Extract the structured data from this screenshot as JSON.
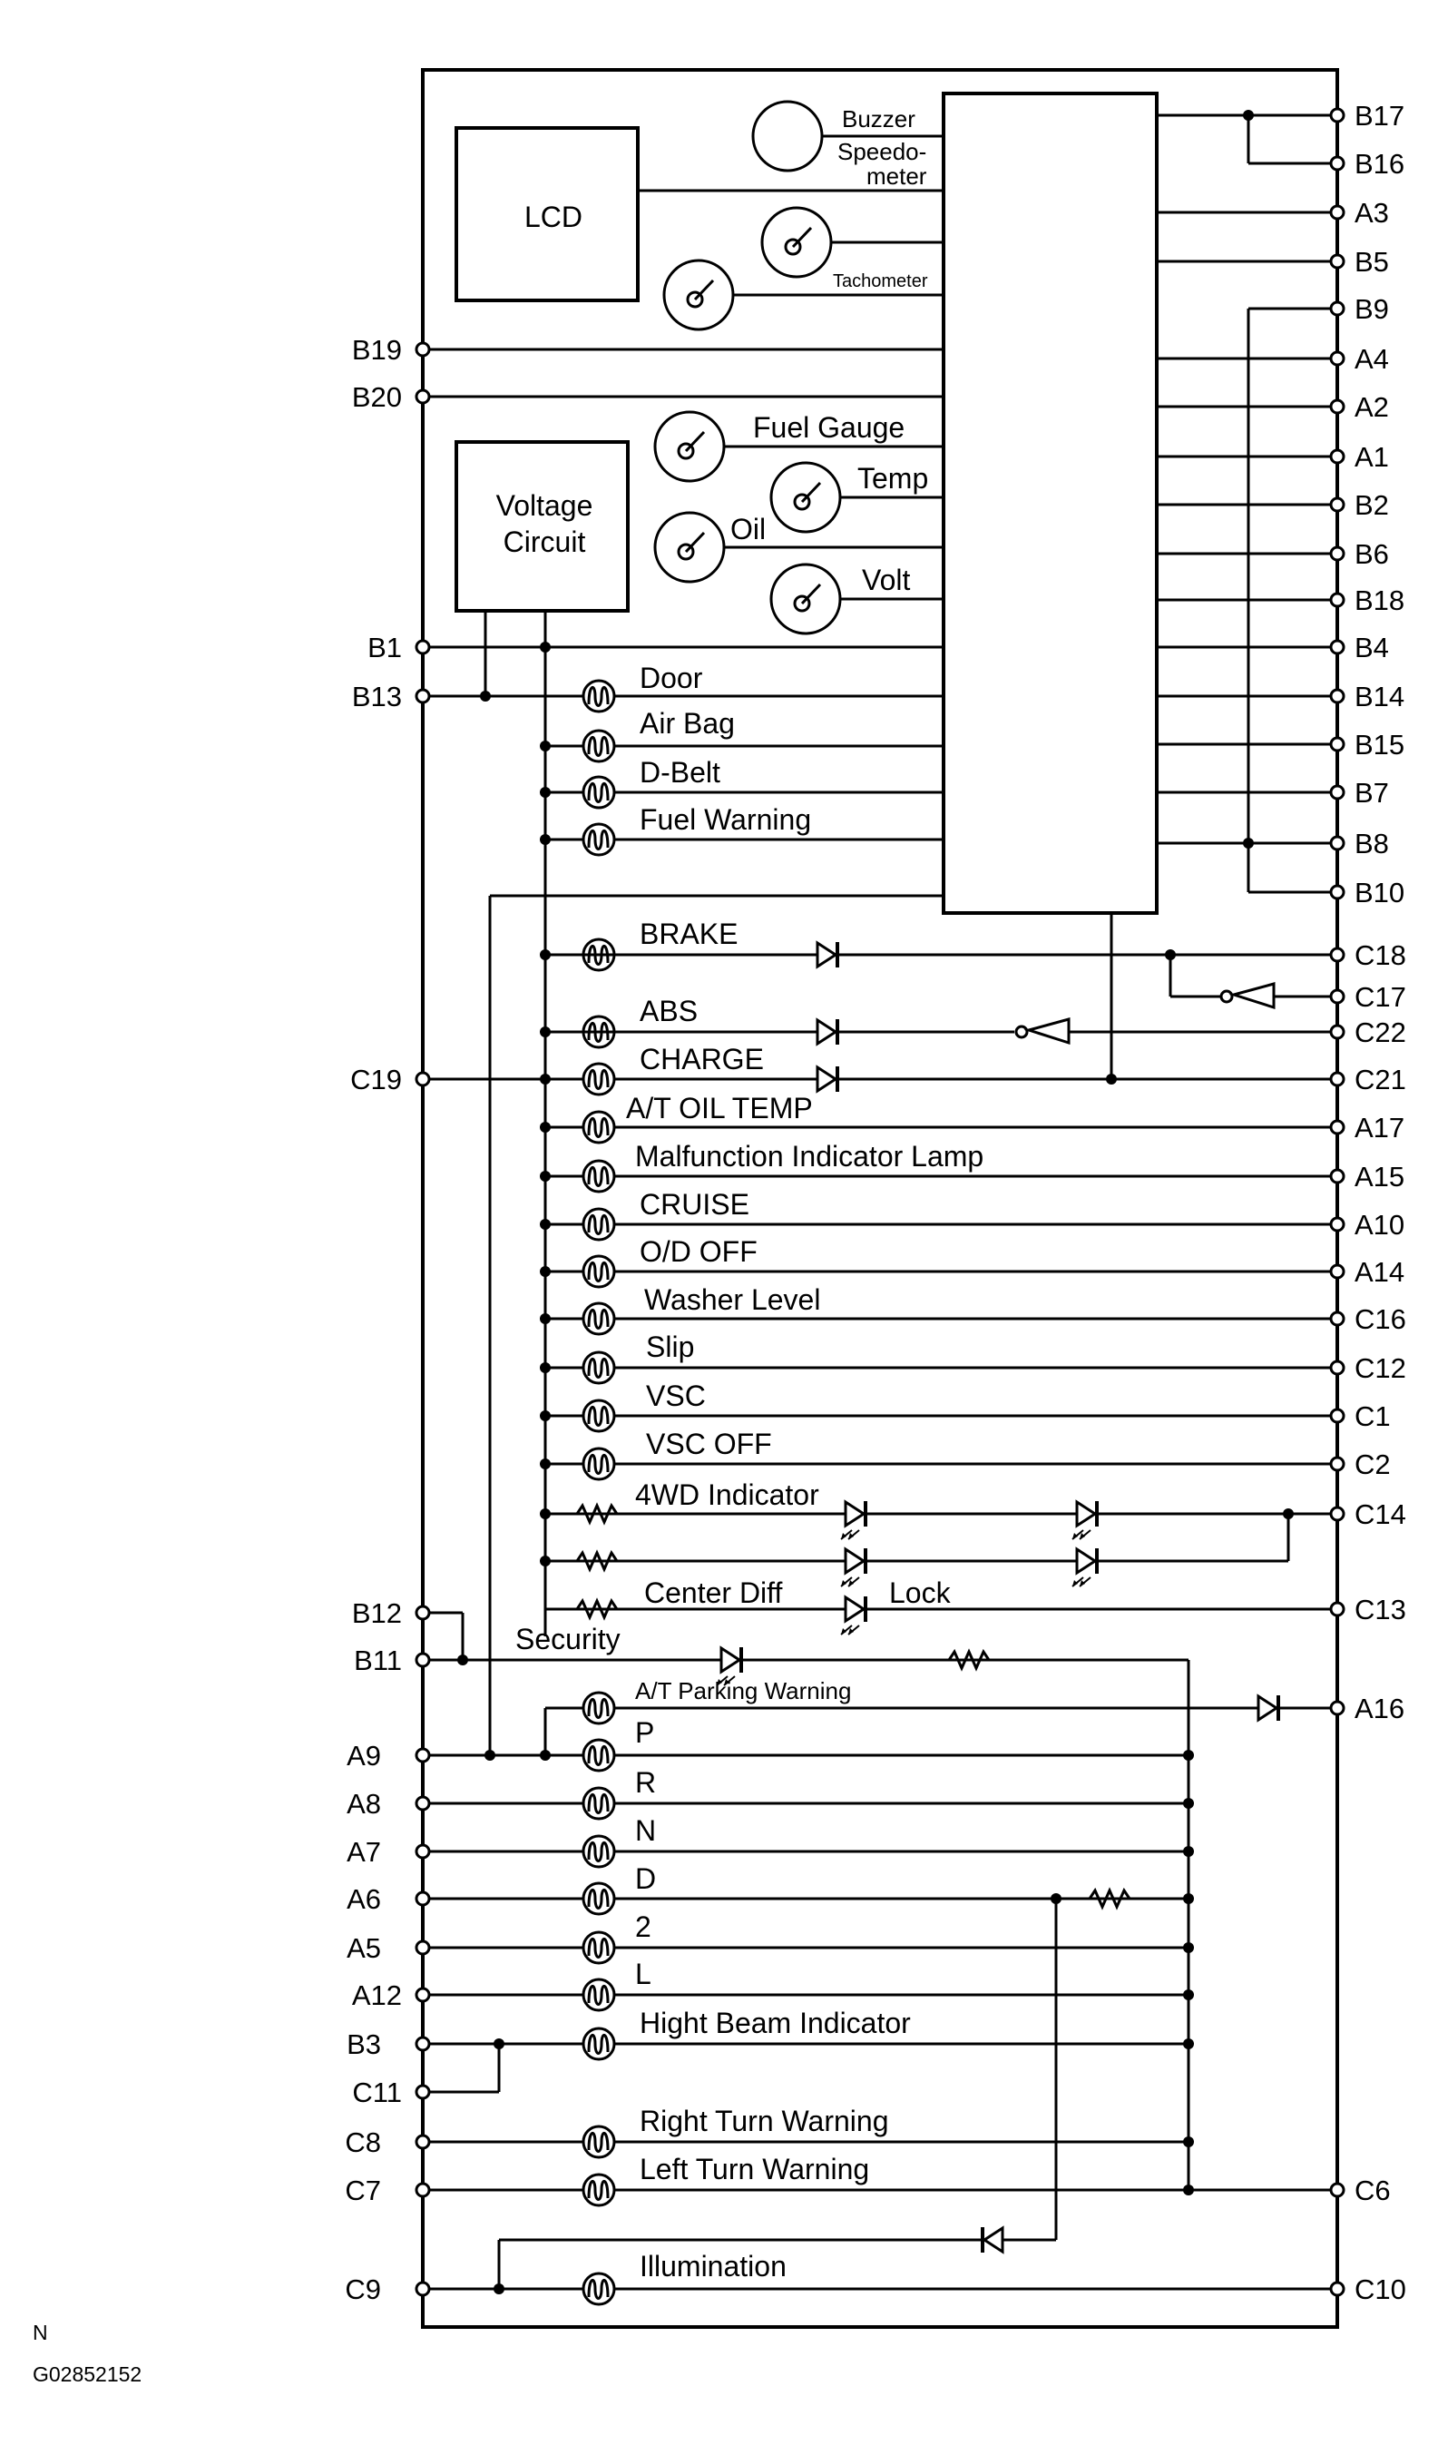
{
  "blocks": {
    "lcd": "LCD",
    "voltage_circuit_line1": "Voltage",
    "voltage_circuit_line2": "Circuit"
  },
  "gauges": {
    "buzzer": "Buzzer",
    "speedometer_line1": "Speedo-",
    "speedometer_line2": "meter",
    "tachometer": "Tachometer",
    "fuel_gauge": "Fuel Gauge",
    "temp": "Temp",
    "oil": "Oil",
    "volt": "Volt"
  },
  "left_pins": [
    "B19",
    "B20",
    "B1",
    "B13",
    "C19",
    "B12",
    "B11",
    "A9",
    "A8",
    "A7",
    "A6",
    "A5",
    "A12",
    "B3",
    "C11",
    "C8",
    "C7",
    "C9"
  ],
  "right_pins": [
    "B17",
    "B16",
    "A3",
    "B5",
    "B9",
    "A4",
    "A2",
    "A1",
    "B2",
    "B6",
    "B18",
    "B4",
    "B14",
    "B15",
    "B7",
    "B8",
    "B10",
    "C18",
    "C17",
    "C22",
    "C21",
    "A17",
    "A15",
    "A10",
    "A14",
    "C16",
    "C12",
    "C1",
    "C2",
    "C14",
    "C13",
    "A16",
    "C6",
    "C10"
  ],
  "indicators": {
    "door": "Door",
    "air_bag": "Air Bag",
    "d_belt": "D-Belt",
    "fuel_warning": "Fuel Warning",
    "brake": "BRAKE",
    "abs": "ABS",
    "charge": "CHARGE",
    "at_oil_temp": "A/T OIL TEMP",
    "mil": "Malfunction Indicator Lamp",
    "cruise": "CRUISE",
    "od_off": "O/D OFF",
    "washer_level": "Washer Level",
    "slip": "Slip",
    "vsc": "VSC",
    "vsc_off": "VSC OFF",
    "four_wd": "4WD Indicator",
    "center_diff": "Center Diff",
    "lock": "Lock",
    "security": "Security",
    "at_parking_warning": "A/T Parking Warning",
    "p": "P",
    "r": "R",
    "n": "N",
    "d": "D",
    "two": "2",
    "l": "L",
    "high_beam": "Hight Beam Indicator",
    "right_turn": "Right Turn Warning",
    "left_turn": "Left Turn Warning",
    "illumination": "Illumination"
  },
  "footer": {
    "letter": "N",
    "code": "G02852152"
  }
}
